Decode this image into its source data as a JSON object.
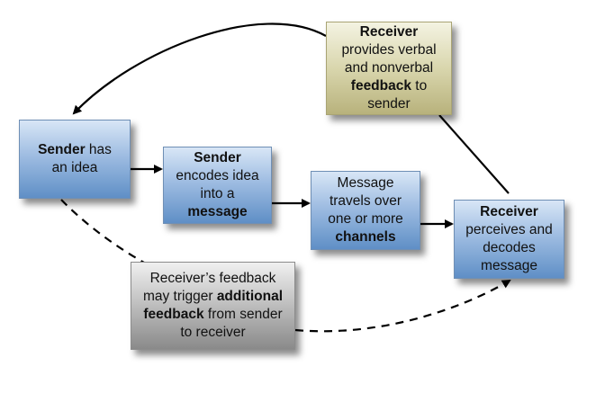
{
  "boxes": {
    "sender_idea": {
      "bold": "Sender",
      "rest1": " has",
      "line2": "an idea"
    },
    "sender_encodes": {
      "line1": "Sender",
      "line2": "encodes idea",
      "line3": "into a",
      "line4": "message"
    },
    "message_travels": {
      "line1": "Message",
      "line2": "travels over",
      "line3": "one or more",
      "line4": "channels"
    },
    "receiver_decodes": {
      "line1": "Receiver",
      "line2": "perceives and",
      "line3": "decodes",
      "line4": "message"
    },
    "receiver_feedback": {
      "line1": "Receiver",
      "line2": "provides verbal",
      "line3": "and nonverbal",
      "line4_bold": "feedback",
      "line4_rest": " to",
      "line5": "sender"
    },
    "additional_feedback": {
      "line1": "Receiver’s feedback",
      "line2_pre": "may trigger ",
      "line2_bold": "additional",
      "line3_bold": "feedback",
      "line3_rest": " from sender",
      "line4": "to receiver"
    }
  },
  "colors": {
    "process_box": "#9fbde2",
    "feedback_box": "#d9d6ad",
    "additional_feedback_box": "#bdbdbd",
    "connector": "#000000"
  }
}
